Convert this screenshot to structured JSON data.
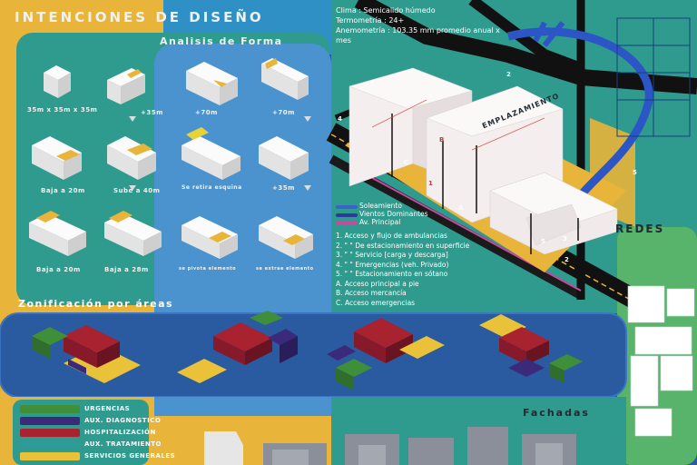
{
  "headings": {
    "main_title": "INTENCIONES DE DISEÑO",
    "form_analysis": "Analisis de Forma",
    "zoning": "Zonificación por áreas",
    "facades": "Fachadas",
    "networks": "REDES",
    "siting": "EMPLAZAMIENTO"
  },
  "form_captions": [
    "35m x 35m x 35m",
    "+35m",
    "+70m",
    "+70m",
    "Baja a 20m",
    "Sube a 40m",
    "Se retira esquina",
    "+35m",
    "Baja a 20m",
    "Baja a 28m",
    "se pivota elemento",
    "se extrae elemento"
  ],
  "climate": {
    "line1": "Clima : Semicalido húmedo",
    "line2": "Termometría : 24+",
    "line3": "Anemometría : 103.35 mm promedio anual x",
    "line4": "mes"
  },
  "site_legend": [
    {
      "label": "Soleamiento",
      "color": "#3a62c9"
    },
    {
      "label": "Vientos Dominantes",
      "color": "#2e3a9a"
    },
    {
      "label": "Av. Principal",
      "color": "#c64aa0"
    }
  ],
  "site_notes": [
    "1. Acceso y flujo de ambulancias",
    "2. \" \" De estacionamiento en superficie",
    "3. \" \" Servicio [carga y descarga]",
    "4. \" \" Emergencias (veh. Privado)",
    "5. \" \" Estacionamiento en sótano",
    "A. Acceso principal a pie",
    "B. Acceso mercancía",
    "C. Acceso emergencias"
  ],
  "site_markers": [
    "1",
    "2",
    "3",
    "4",
    "5",
    "A",
    "B",
    "C",
    "2",
    "5",
    "3",
    "4"
  ],
  "zoning_legend": [
    {
      "label": "URGENCIAS",
      "color": "#3f8f3a"
    },
    {
      "label": "AUX. DIAGNOSTICO",
      "color": "#3b2a7a"
    },
    {
      "label": "HOSPITALIZACIÓN",
      "color": "#a82230"
    },
    {
      "label": "AUX. TRATAMIENTO",
      "color": "#2f9a9a"
    },
    {
      "label": "SERVICIOS GENERALES",
      "color": "#e9c23a"
    }
  ],
  "colors": {
    "teal": "#2f9a8e",
    "blue": "#2f5aa8",
    "ochre": "#e8b43a",
    "green": "#5bb36a",
    "navy": "#1d3f86"
  }
}
